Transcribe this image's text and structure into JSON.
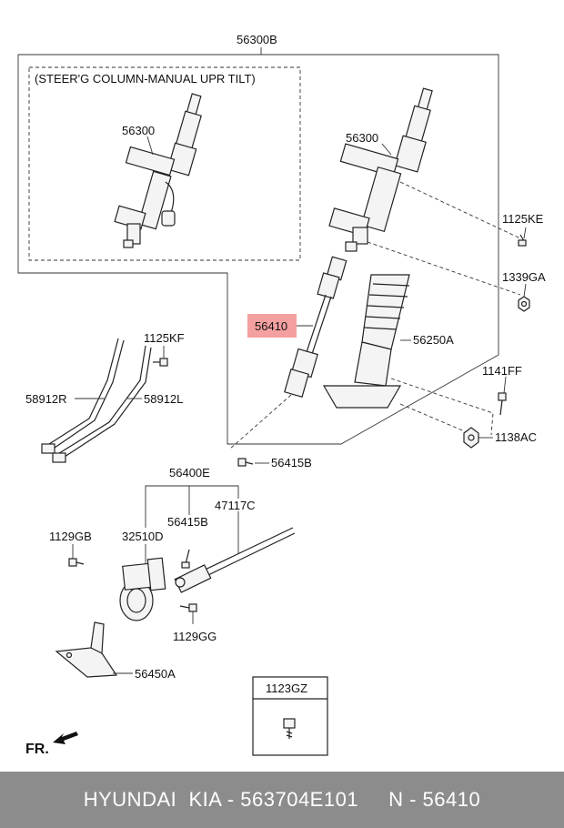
{
  "labels": {
    "assembly": "56300B",
    "sub_assembly_title": "(STEER'G COLUMN-MANUAL UPR TILT)",
    "column_left": "56300",
    "column_right": "56300",
    "shaft_highlight": "56410",
    "bolt_1125ke": "1125KE",
    "nut_1339ga": "1339GA",
    "boot": "56250A",
    "bolt_1141ff": "1141FF",
    "nut_1138ac": "1138AC",
    "bolt_56415b_upper": "56415B",
    "bolt_1125kf": "1125KF",
    "bracket_left": "58912R",
    "bracket_right": "58912L",
    "gear_assembly": "56400E",
    "gear_part": "32510D",
    "bolt_56415b_lower": "56415B",
    "rack_part": "47117C",
    "bolt_1129gb": "1129GB",
    "bolt_1129gg": "1129GG",
    "mount_bracket": "56450A",
    "box_part": "1123GZ",
    "front_marker": "FR."
  },
  "highlight_color": "#f5a0a0",
  "footer": {
    "text": "HYUNDAI  KIA - 563704E101     N - 56410",
    "background": "#8c8c8c"
  }
}
